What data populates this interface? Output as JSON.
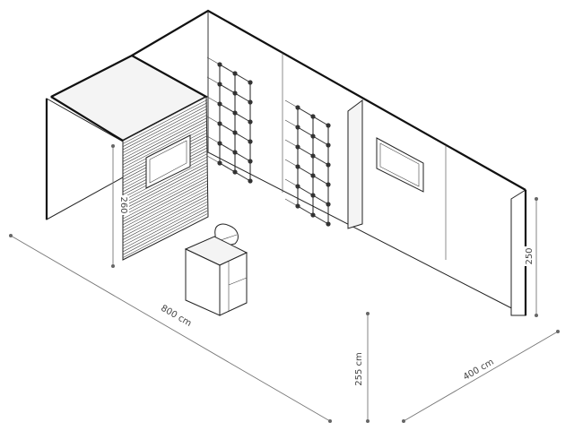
{
  "drawing": {
    "dimensions": {
      "length": "800 cm",
      "depth": "400 cm",
      "floor_height": "255 cm",
      "wall_height_right": "250",
      "booth_height": "260"
    }
  }
}
